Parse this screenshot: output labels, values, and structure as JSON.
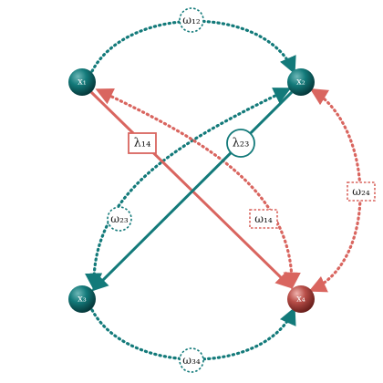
{
  "colors": {
    "teal": "#137a7a",
    "teal_dark": "#0b4f52",
    "red": "#d9655f",
    "red_dark": "#9e3a36",
    "label_bg": "#ffffff"
  },
  "nodes": [
    {
      "id": "x1",
      "label": "x₁",
      "color": "teal"
    },
    {
      "id": "x2",
      "label": "x₂",
      "color": "teal"
    },
    {
      "id": "x3",
      "label": "x₃",
      "color": "teal"
    },
    {
      "id": "x4",
      "label": "x₄",
      "color": "red"
    }
  ],
  "edges": [
    {
      "id": "omega12",
      "label": "ω₁₂",
      "from": "x1",
      "to": "x2",
      "style": "dotted",
      "color": "teal",
      "label_shape": "circle"
    },
    {
      "id": "omega34",
      "label": "ω₃₄",
      "from": "x3",
      "to": "x4",
      "style": "dotted",
      "color": "teal",
      "label_shape": "circle"
    },
    {
      "id": "omega23",
      "label": "ω₂₃",
      "from": "x2",
      "to": "x3",
      "style": "dotted",
      "color": "teal",
      "label_shape": "circle"
    },
    {
      "id": "omega14",
      "label": "ω₁₄",
      "from": "x4",
      "to": "x1",
      "style": "dotted",
      "color": "red",
      "label_shape": "rect"
    },
    {
      "id": "omega24",
      "label": "ω₂₄",
      "from": "x2",
      "to": "x4",
      "style": "dotted",
      "color": "red",
      "label_shape": "rect"
    },
    {
      "id": "lambda14",
      "label": "λ₁₄",
      "from": "x1",
      "to": "x4",
      "style": "solid",
      "color": "red",
      "label_shape": "rect"
    },
    {
      "id": "lambda23",
      "label": "λ₂₃",
      "from": "x2",
      "to": "x3",
      "style": "solid",
      "color": "teal",
      "label_shape": "circle"
    }
  ]
}
